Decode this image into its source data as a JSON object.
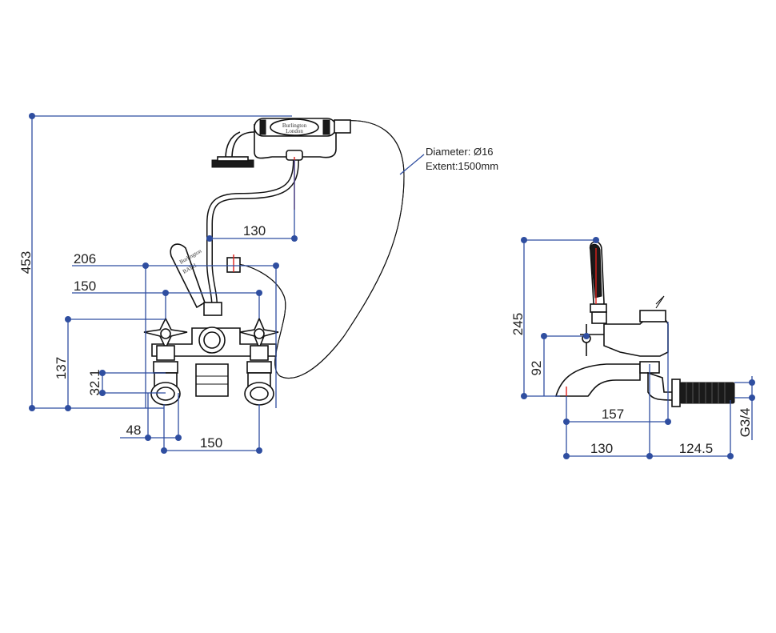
{
  "dimensions": {
    "total_height": "453",
    "handset_offset": "130",
    "overall_width": "206",
    "centres_top": "150",
    "height_137": "137",
    "height_32": "32.1",
    "offset_48": "48",
    "centres_bottom": "150",
    "side_height": "245",
    "side_92": "92",
    "side_157": "157",
    "side_130": "130",
    "side_124": "124.5",
    "thread": "G3/4"
  },
  "hose_note": {
    "line1": "Diameter: Ø16",
    "line2": "Extent:1500mm"
  },
  "logos": {
    "handset": "Burlington",
    "handset_sub": "London",
    "lever_brand": "Burlington",
    "lever_text": "BATH"
  },
  "colors": {
    "dimension_line": "#2f4ea0",
    "centre_mark": "#e0201b",
    "outline": "#111111"
  }
}
